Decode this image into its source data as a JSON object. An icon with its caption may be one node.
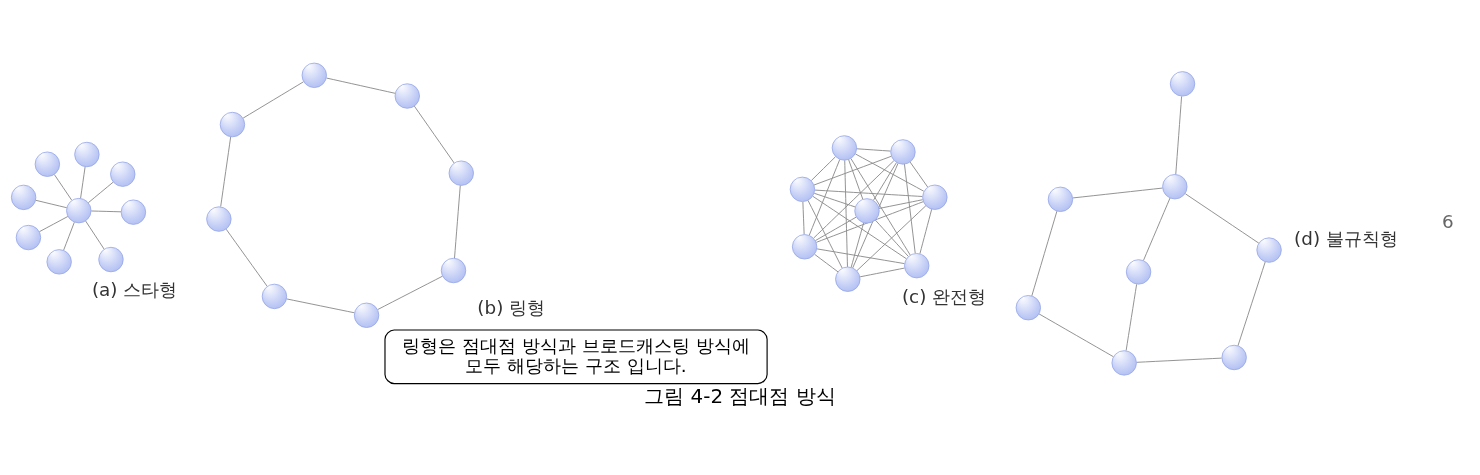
{
  "diagram": {
    "caption": "그림 4-2 점대점 방식",
    "nodes": [
      {
        "text": [],
        "shape": "circle"
      },
      {
        "text": [],
        "shape": "circle"
      },
      {
        "text": [],
        "shape": "circle"
      },
      {
        "text": [],
        "shape": "circle"
      },
      {
        "text": [],
        "shape": "circle"
      },
      {
        "text": [],
        "shape": "circle"
      },
      {
        "text": [],
        "shape": "circle"
      },
      {
        "text": [],
        "shape": "circle"
      },
      {
        "text": [],
        "shape": "circle"
      },
      {
        "text": [],
        "shape": "circle"
      },
      {
        "text": [],
        "shape": "circle"
      },
      {
        "text": [],
        "shape": "circle"
      },
      {
        "text": [],
        "shape": "circle"
      },
      {
        "text": [],
        "shape": "circle"
      },
      {
        "text": [],
        "shape": "circle"
      },
      {
        "text": [],
        "shape": "circle"
      },
      {
        "text": [],
        "shape": "circle"
      },
      {
        "text": [],
        "shape": "circle"
      },
      {
        "text": [],
        "shape": "circle"
      },
      {
        "text": [],
        "shape": "circle"
      },
      {
        "text": [],
        "shape": "circle"
      },
      {
        "text": [],
        "shape": "circle"
      },
      {
        "text": [],
        "shape": "circle"
      },
      {
        "text": [],
        "shape": "circle"
      },
      {
        "text": [],
        "shape": "circle"
      },
      {
        "text": [],
        "shape": "circle"
      },
      {
        "text": [],
        "shape": "circle"
      },
      {
        "text": [],
        "shape": "circle"
      },
      {
        "text": [],
        "shape": "circle"
      },
      {
        "text": [],
        "shape": "circle"
      },
      {
        "text": [],
        "shape": "circle"
      },
      {
        "text": [],
        "shape": "circle"
      },
      {
        "text": [],
        "shape": "circle"
      }
    ],
    "edges": [
      {
        "from": 4,
        "to": 0,
        "arrow": "none"
      },
      {
        "from": 4,
        "to": 1,
        "arrow": "none"
      },
      {
        "from": 4,
        "to": 2,
        "arrow": "none"
      },
      {
        "from": 4,
        "to": 3,
        "arrow": "none"
      },
      {
        "from": 4,
        "to": 5,
        "arrow": "none"
      },
      {
        "from": 4,
        "to": 6,
        "arrow": "none"
      },
      {
        "from": 4,
        "to": 7,
        "arrow": "none"
      },
      {
        "from": 4,
        "to": 8,
        "arrow": "none"
      },
      {
        "from": 9,
        "to": 11,
        "arrow": "none"
      },
      {
        "from": 11,
        "to": 13,
        "arrow": "none"
      },
      {
        "from": 13,
        "to": 15,
        "arrow": "none"
      },
      {
        "from": 15,
        "to": 16,
        "arrow": "none"
      },
      {
        "from": 16,
        "to": 14,
        "arrow": "none"
      },
      {
        "from": 14,
        "to": 12,
        "arrow": "none"
      },
      {
        "from": 12,
        "to": 10,
        "arrow": "none"
      },
      {
        "from": 10,
        "to": 9,
        "arrow": "none"
      },
      {
        "from": 17,
        "to": 18,
        "arrow": "none"
      },
      {
        "from": 17,
        "to": 19,
        "arrow": "none"
      },
      {
        "from": 17,
        "to": 20,
        "arrow": "none"
      },
      {
        "from": 17,
        "to": 21,
        "arrow": "none"
      },
      {
        "from": 17,
        "to": 22,
        "arrow": "none"
      },
      {
        "from": 17,
        "to": 23,
        "arrow": "none"
      },
      {
        "from": 17,
        "to": 24,
        "arrow": "none"
      },
      {
        "from": 18,
        "to": 19,
        "arrow": "none"
      },
      {
        "from": 18,
        "to": 20,
        "arrow": "none"
      },
      {
        "from": 18,
        "to": 21,
        "arrow": "none"
      },
      {
        "from": 18,
        "to": 22,
        "arrow": "none"
      },
      {
        "from": 18,
        "to": 23,
        "arrow": "none"
      },
      {
        "from": 18,
        "to": 24,
        "arrow": "none"
      },
      {
        "from": 19,
        "to": 20,
        "arrow": "none"
      },
      {
        "from": 19,
        "to": 21,
        "arrow": "none"
      },
      {
        "from": 19,
        "to": 22,
        "arrow": "none"
      },
      {
        "from": 19,
        "to": 23,
        "arrow": "none"
      },
      {
        "from": 19,
        "to": 24,
        "arrow": "none"
      },
      {
        "from": 20,
        "to": 21,
        "arrow": "none"
      },
      {
        "from": 20,
        "to": 22,
        "arrow": "none"
      },
      {
        "from": 20,
        "to": 23,
        "arrow": "none"
      },
      {
        "from": 20,
        "to": 24,
        "arrow": "none"
      },
      {
        "from": 21,
        "to": 22,
        "arrow": "none"
      },
      {
        "from": 21,
        "to": 23,
        "arrow": "none"
      },
      {
        "from": 21,
        "to": 24,
        "arrow": "none"
      },
      {
        "from": 22,
        "to": 23,
        "arrow": "none"
      },
      {
        "from": 22,
        "to": 24,
        "arrow": "none"
      },
      {
        "from": 23,
        "to": 24,
        "arrow": "none"
      },
      {
        "from": 26,
        "to": 25,
        "arrow": "none"
      },
      {
        "from": 25,
        "to": 27,
        "arrow": "none"
      },
      {
        "from": 27,
        "to": 28,
        "arrow": "none"
      },
      {
        "from": 26,
        "to": 30,
        "arrow": "none"
      },
      {
        "from": 26,
        "to": 31,
        "arrow": "none"
      },
      {
        "from": 27,
        "to": 29,
        "arrow": "none"
      },
      {
        "from": 27,
        "to": 32,
        "arrow": "none"
      },
      {
        "from": 29,
        "to": 31,
        "arrow": "none"
      },
      {
        "from": 30,
        "to": 32,
        "arrow": "none"
      }
    ],
    "labels": [
      "(a) 스타형",
      "(b) 링형",
      "(c) 완전형",
      "(d) 불규칙형",
      "링형은 점대점 방식과 브로드캐스팅 방식에 모두 해당하는 구조 입니다.",
      "6"
    ]
  }
}
